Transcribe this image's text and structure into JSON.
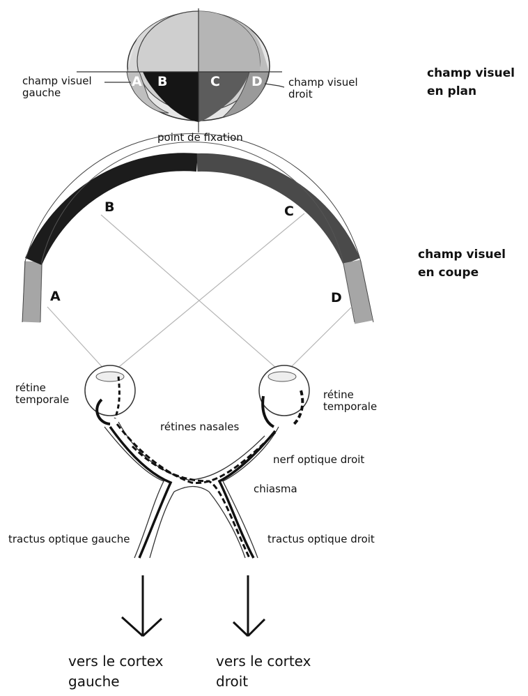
{
  "plan": {
    "left_field_line1": "champ visuel",
    "left_field_line2": "gauche",
    "right_field_line1": "champ visuel",
    "right_field_line2": "droit",
    "fixation": "point de fixation",
    "letters": [
      "A",
      "B",
      "C",
      "D"
    ],
    "title_line1": "champ visuel",
    "title_line2": "en plan"
  },
  "coupe": {
    "letters": [
      "A",
      "B",
      "C",
      "D"
    ],
    "title_line1": "champ visuel",
    "title_line2": "en coupe"
  },
  "pathway": {
    "left_retina_line1": "rétine",
    "left_retina_line2": "temporale",
    "right_retina_line1": "rétine",
    "right_retina_line2": "temporale",
    "nasal": "rétines nasales",
    "optic_nerve": "nerf optique droit",
    "chiasma": "chiasma",
    "left_tract": "tractus optique gauche",
    "right_tract": "tractus optique droit"
  },
  "cortex": {
    "left_line1": "vers le cortex",
    "left_line2": "gauche",
    "right_line1": "vers le cortex",
    "right_line2": "droit"
  }
}
